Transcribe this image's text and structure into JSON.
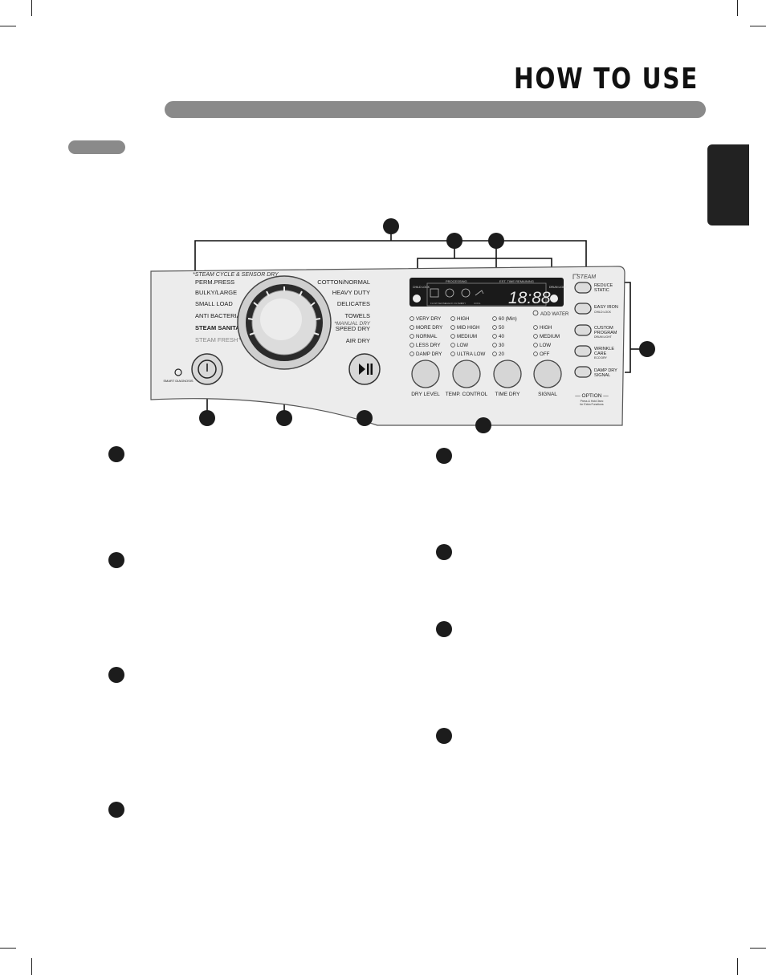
{
  "header": {
    "page_title": "HOW TO USE"
  },
  "panel": {
    "dial_header": "*STEAM CYCLE & SENSOR DRY",
    "manual_dry_note": "*MANUAL DRY",
    "cycles_left": [
      "PERM.PRESS",
      "BULKY/LARGE",
      "SMALL LOAD",
      "ANTI BACTERIAL",
      "STEAM SANITARY™",
      "STEAM FRESH™"
    ],
    "cycles_right": [
      "COTTON/NORMAL",
      "HEAVY DUTY",
      "DELICATES",
      "TOWELS",
      "SPEED DRY",
      "AIR DRY"
    ],
    "power_icon_label": "SMART DIAGNOSIS",
    "display": {
      "left_indicator": "CHILD LOCK",
      "right_indicator": "DRUM LIGHT",
      "processing_label": "PROCESSING",
      "time_label": "EST. TIME REMAINING",
      "time_value": "18:88",
      "sub_labels": [
        "FLOW SENSE",
        "CHECK FILTER",
        "DRY",
        "COOL"
      ]
    },
    "add_water": "ADD WATER",
    "dry_level_options": [
      "VERY DRY",
      "MORE DRY",
      "NORMAL",
      "LESS DRY",
      "DAMP DRY"
    ],
    "temp_options": [
      "HIGH",
      "MID HIGH",
      "MEDIUM",
      "LOW",
      "ULTRA LOW"
    ],
    "time_options": [
      "60 (Min)",
      "50",
      "40",
      "30",
      "20"
    ],
    "signal_options": [
      "HIGH",
      "MEDIUM",
      "LOW",
      "OFF"
    ],
    "knob_labels": [
      "DRY LEVEL",
      "TEMP. CONTROL",
      "TIME DRY",
      "SIGNAL"
    ],
    "steam_label": "STEAM",
    "option_buttons": [
      {
        "line1": "REDUCE",
        "line2": "STATIC",
        "small": ""
      },
      {
        "line1": "EASY IRON",
        "line2": "",
        "small": "CHILD LOCK"
      },
      {
        "line1": "CUSTOM",
        "line2": "PROGRAM",
        "small": "DRUM LIGHT"
      },
      {
        "line1": "WRINKLE",
        "line2": "CARE",
        "small": "ECO DRY"
      },
      {
        "line1": "DAMP DRY",
        "line2": "SIGNAL",
        "small": ""
      }
    ],
    "option_label": "— OPTION —",
    "option_note1": "Press & Hold 3sec",
    "option_note2": "for Extra Functions"
  },
  "colors": {
    "panel_fill": "#ececec",
    "dark": "#1c1c1c",
    "gray_bar": "#8a8a8a"
  }
}
